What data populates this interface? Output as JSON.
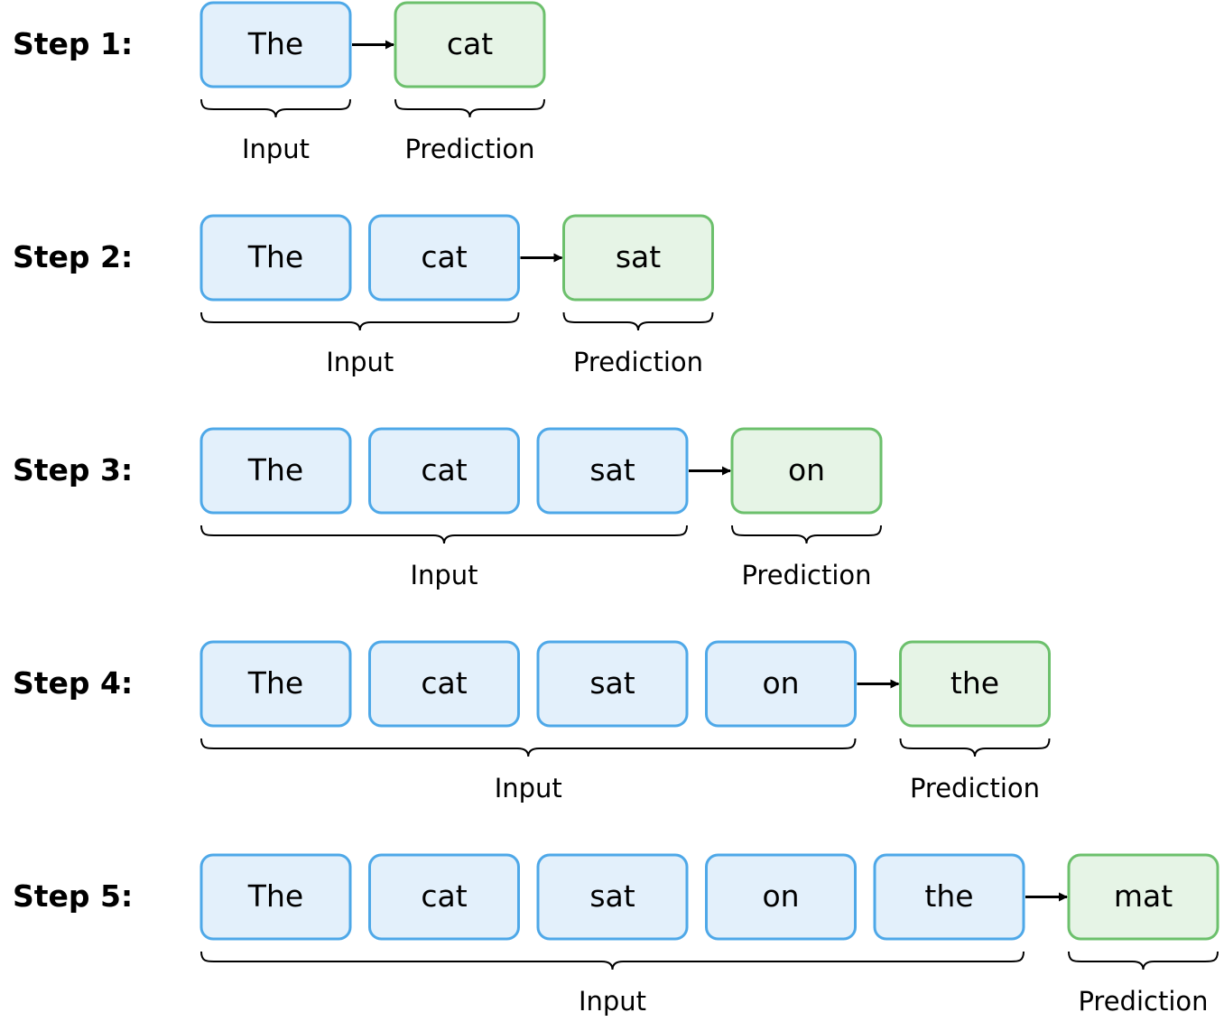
{
  "colors": {
    "input_fill": "#e3f0fb",
    "input_border": "#4ea8e8",
    "prediction_fill": "#e6f4e6",
    "prediction_border": "#6cc06c"
  },
  "steps": [
    {
      "label": "Step 1:",
      "input_tokens": [
        "The"
      ],
      "prediction": "cat",
      "input_caption": "Input",
      "prediction_caption": "Prediction"
    },
    {
      "label": "Step 2:",
      "input_tokens": [
        "The",
        "cat"
      ],
      "prediction": "sat",
      "input_caption": "Input",
      "prediction_caption": "Prediction"
    },
    {
      "label": "Step 3:",
      "input_tokens": [
        "The",
        "cat",
        "sat"
      ],
      "prediction": "on",
      "input_caption": "Input",
      "prediction_caption": "Prediction"
    },
    {
      "label": "Step 4:",
      "input_tokens": [
        "The",
        "cat",
        "sat",
        "on"
      ],
      "prediction": "the",
      "input_caption": "Input",
      "prediction_caption": "Prediction"
    },
    {
      "label": "Step 5:",
      "input_tokens": [
        "The",
        "cat",
        "sat",
        "on",
        "the"
      ],
      "prediction": "mat",
      "input_caption": "Input",
      "prediction_caption": "Prediction"
    }
  ]
}
